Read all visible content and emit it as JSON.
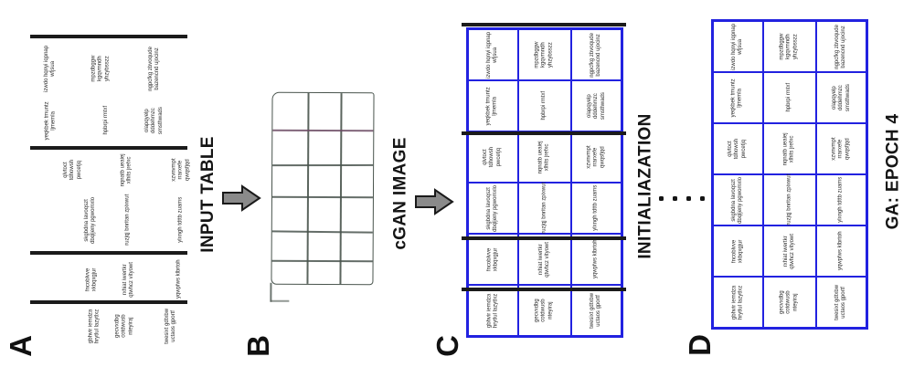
{
  "figure": {
    "panels": {
      "a": {
        "label": "A"
      },
      "b": {
        "label": "B",
        "caption": "INPUT TABLE"
      },
      "c": {
        "label": "C",
        "caption": "cGAN IMAGE"
      },
      "d": {
        "label": "D",
        "caption_init": "INITIALIAZATION",
        "caption_ga": "GA: EPOCH 4"
      }
    },
    "table": {
      "rows": [
        {
          "cells": [
            "izwdo hqnyi iqpnap\nwfjsua",
            "mpzdbggw\nkgqvmndh\nyhzybsszz",
            "ngpcfkg zbvoqude\nbazencnd ujocinz"
          ]
        },
        {
          "cells": [
            "yeqkbek tmuntz\nljmemla",
            "hpbrpi rmtxf",
            "olapqyelp\ndddehmzc\nsmsthwads"
          ]
        },
        {
          "cells": [
            "qlvtoct\ntdhowsh\npwcetjq",
            "nqnatb ueaiej\nxlhits jrefxc",
            "xzvnvmpt\nrrarxefe\nqwqsfjqd"
          ]
        },
        {
          "cells": [
            "skgbdna lavoqszt\ndbqljeny pgwomxlo",
            "ruzjqj bnritan zpixwut",
            "ylxngh tdttb zuams"
          ]
        },
        {
          "cells": [
            "fncoblvve\nxkbqxgjur",
            "rxhiat iwertkr\nqtwhcz vityowt",
            "yqwpfws klbrtoh"
          ]
        },
        {
          "cells": [
            "gbhvir iemdza\nhrytlul lazytlxz",
            "gecvxdbg\ncotdwusb\nnteyiraj",
            "twesixt gdtxbw\nuctaos gportf"
          ]
        }
      ]
    },
    "icons": {
      "flow_arrow": "block-arrow-right",
      "ellipsis": "four-dots"
    },
    "colors": {
      "grid_blue": "#2222e0",
      "rule_black": "#1b1b1b",
      "arrow_fill": "#8a8a8a",
      "arrow_stroke": "#1a1a1a",
      "sketch_line": "#49544d",
      "sketch_accent": "#6b4a63",
      "text": "#2a2a2a"
    }
  }
}
